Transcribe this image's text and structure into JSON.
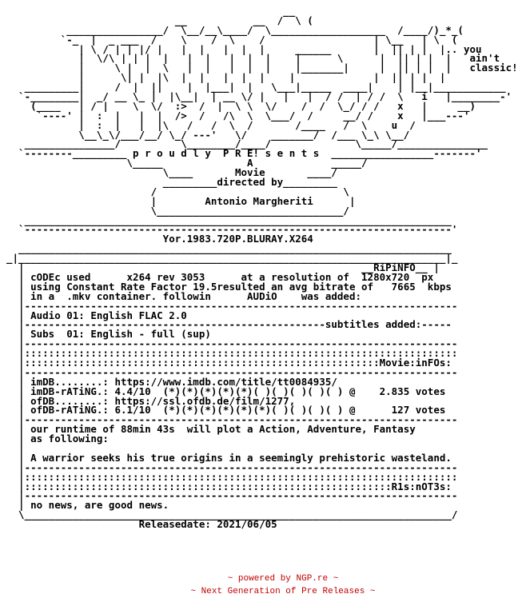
{
  "nfo_lines": [
    "                                              __",
    "                            __           __  /  \\ (",
    "          ________________/  \\__/__\\____/  \\___________________  /____/)_*_(",
    "         `-_  |  _ ___  /    \\    /  \\    /                  | \\__   | \\  (",
    "            | \\ / | | |/ |   |  |   |  |  |     ______       |  || | |  |.. you",
    "            |  \\/\\ | | |  |   |  |   |  |  |    |      \\      |  || | |  |   ain't",
    "            |     \\ |  |  \\   |  |   |  |  |    |_______|     |  || | |  |   classic!",
    "            |      \\| |  |\\  |  |   |  |  |    |             |  || | |  |",
    "   _________|     /  |  ||    |  |___|  |   \\___|_____  ____|    | |__|____________",
    "  `-________|  _/ __ \\_ |  |\\__|  | __ \\/ |   |   |  / /  | / /  \\   i   |________-'",
    "    (____   | / |    \\  \\/  :>  /  |  \\ \\  \\/    /  /  \\_/ / /   x   |     __)",
    "     `----' |  :  |   |  |  />  /   /\\  \\  \\___/  /     __/ /    x   |___---'",
    "            |  :  |   |  |\\   /   /  \\  /       /____   /  \\    u  /",
    "            \\__\\_\\/___/__/ \\_/ ---'   \\/    _______/  /___ \\_\\ \\__/",
    "   _______________/          \\________/____/              \\_____/_______________",
    "  `--------_________ p r o u d l y  P R E! s e n t s  _________________-------'",
    "                    \\_____              A             _____/",
    "                          \\____       Movie       ____/",
    "                          _________directed by_________",
    "                        /                               \\",
    "                        |        Antonio Margheriti      |",
    "                        \\_______________________________/",
    "   _______________________________________________________________________",
    "  `-----------------------------------------------------------------------'",
    "                          Yor.1983.720P.BLURAY.X264",
    "  ________________________________________________________________________",
    "_|_______________________________________________________________________|_",
    "  |                                                        __RiPiNFO__ |",
    "  | cODEc used      x264 rev 3053      at a resolution of  1280x720  px",
    "  | using Constant Rate Factor 19.5resulted an avg bitrate of   7665  kbps",
    "  | in a  .mkv container. followin      AUDiO    was added:",
    "  |------------------------------------------------------------------------",
    "  | Audio 01: English FLAC 2.0",
    "  |--------------------------------------------------subtitles added:-----",
    "  | Subs  01: English - full (sup)",
    "  |------------------------------------------------------------------------",
    "  |::::::::::::::::::::::::::::::::::::::::::::::::::::::::::::::::::::::::",
    "  |:::::::::::::::::::::::::::::::::::::::::::::::::::::::::::Movie:inFOs:",
    "  |------------------------------------------------------------------------",
    "  | imDB........: https://www.imdb.com/title/tt0084935/",
    "  | imDB-rATiNG.: 4.4/10  (*)(*)(*)(*)(*)( )( )( )( )( ) @    2.835 votes",
    "  | ofDB........: https://ssl.ofdb.de/film/1277,",
    "  | ofDB-rATiNG.: 6.1/10  (*)(*)(*)(*)(*)(*)( )( )( )( ) @      127 votes",
    "  |------------------------------------------------------------------------",
    "  | our runtime of 88min 43s  will plot a Action, Adventure, Fantasy",
    "  | as following:",
    "  |",
    "  | A warrior seeks his true origins in a seemingly prehistoric wasteland.",
    "  |------------------------------------------------------------------------",
    "  |::::::::::::::::::::::::::::::::::::::::::::::::::::::::::::::::::::::::",
    "  |:::::::::::::::::::::::::::::::::::::::::::::::::::::::::::::R1s:nOT3s:",
    "  |------------------------------------------------------------------------",
    "  | no news, are good news.",
    "  \\_______________________________________________________________________/",
    "                      Releasedate: 2021/06/05"
  ],
  "footer": {
    "line1": "~ powered by NGP.re ~",
    "line2": "~ Next Generation of Pre Releases ~"
  }
}
